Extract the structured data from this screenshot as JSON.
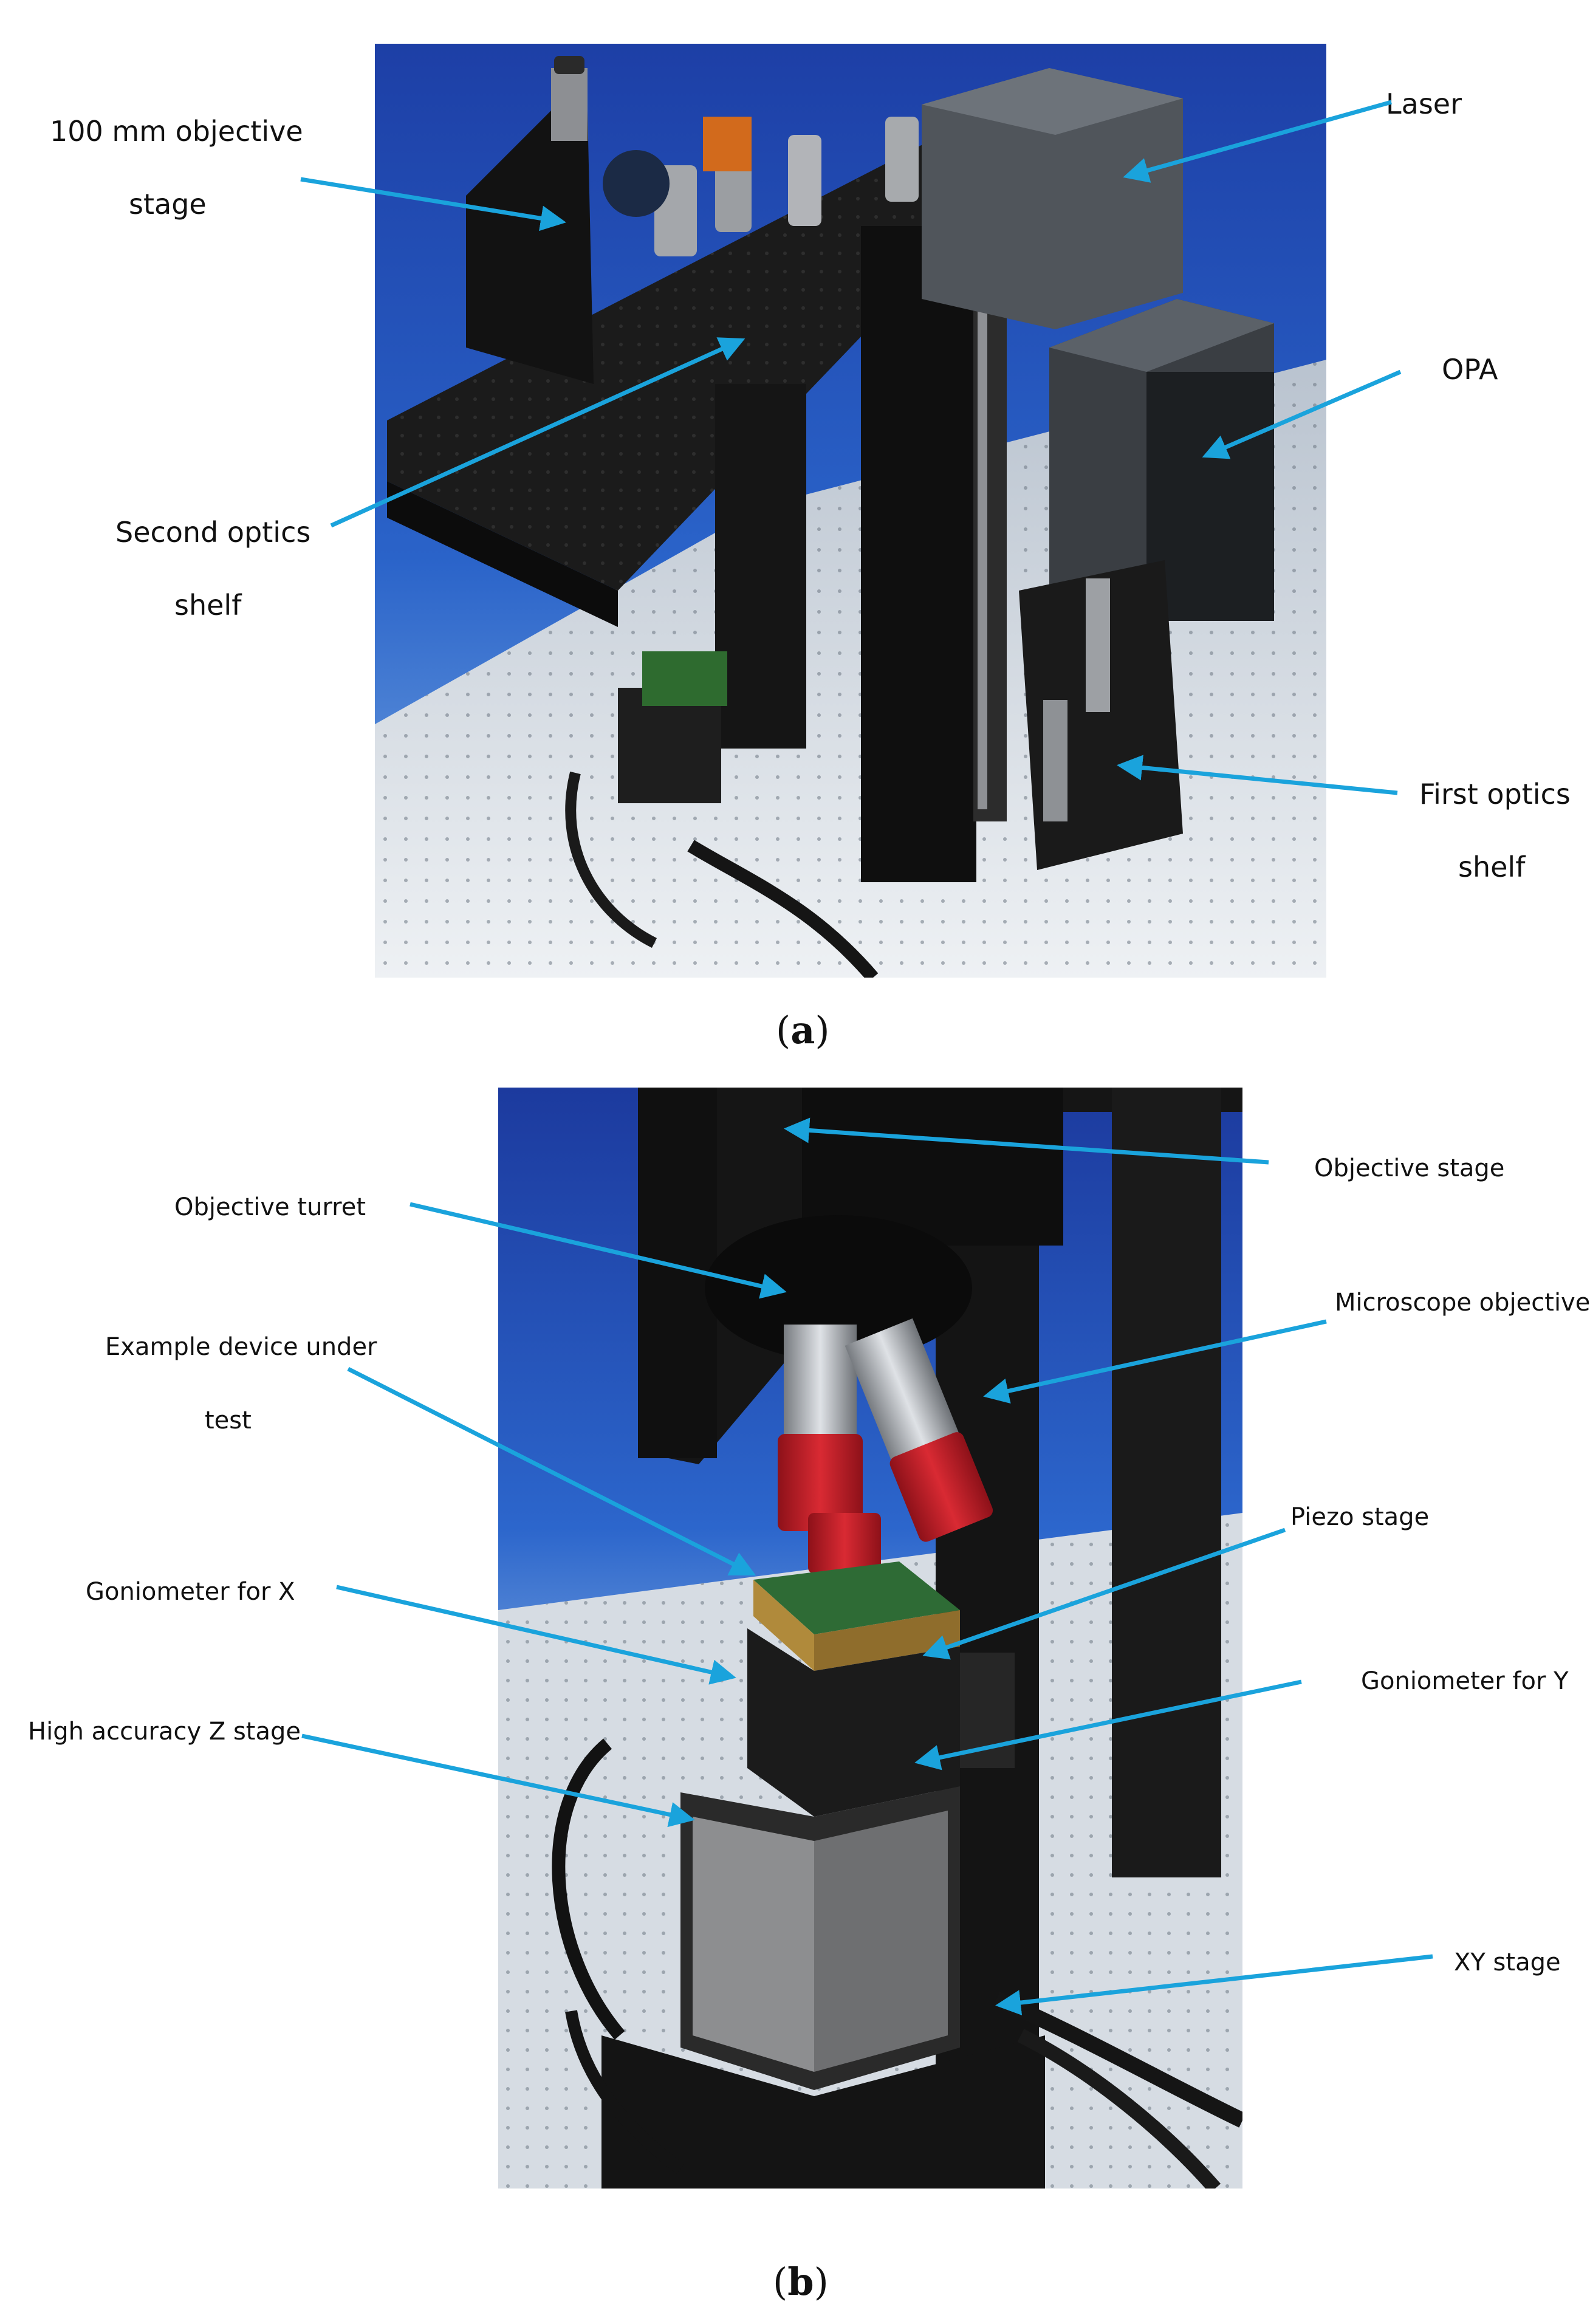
{
  "panel_a": {
    "labels": {
      "objective_stage_100mm_line1": "100 mm objective",
      "objective_stage_100mm_line2": "stage",
      "second_optics_shelf_line1": "Second optics",
      "second_optics_shelf_line2": "shelf",
      "laser": "Laser",
      "opa": "OPA",
      "first_optics_shelf_line1": "First optics",
      "first_optics_shelf_line2": "shelf"
    },
    "caption": {
      "open": "(",
      "letter": "a",
      "close": ")"
    }
  },
  "panel_b": {
    "labels": {
      "objective_stage": "Objective stage",
      "objective_turret": "Objective turret",
      "microscope_objective": "Microscope objective",
      "example_device_line1": "Example device under",
      "example_device_line2": "test",
      "piezo_stage": "Piezo stage",
      "goniometer_x": "Goniometer for X",
      "goniometer_y": "Goniometer for Y",
      "z_stage": "High accuracy Z stage",
      "xy_stage": "XY stage"
    },
    "caption": {
      "open": "(",
      "letter": "b",
      "close": ")"
    }
  },
  "colors": {
    "arrow": "#1aa3dc",
    "backdrop_blue": "#1f4fb5",
    "table_grey": "#d9dde2",
    "hardware_black": "#141414",
    "objective_red": "#c8202a"
  }
}
